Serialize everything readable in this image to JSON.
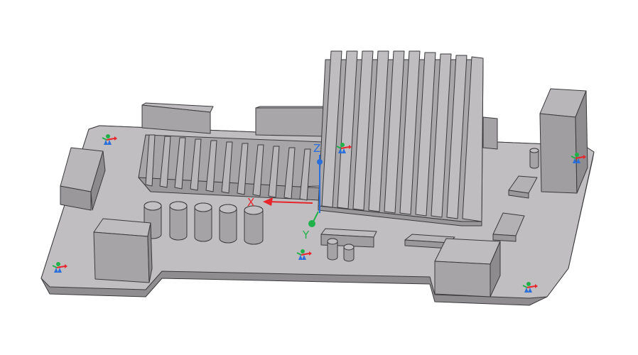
{
  "viewport": {
    "background": "#ffffff",
    "model_colors": {
      "face_top": "#bdbbbe",
      "face_front": "#a9a7aa",
      "face_side": "#9c9a9d",
      "edge": "#3a3a3c"
    }
  },
  "triad": {
    "x_label": "X",
    "y_label": "Y",
    "z_label": "Z",
    "x_color": "#e8242b",
    "y_color": "#20b24a",
    "z_color": "#2a6fdb"
  },
  "mate_markers": {
    "icon": "mate-connector-icon",
    "count": 6
  }
}
